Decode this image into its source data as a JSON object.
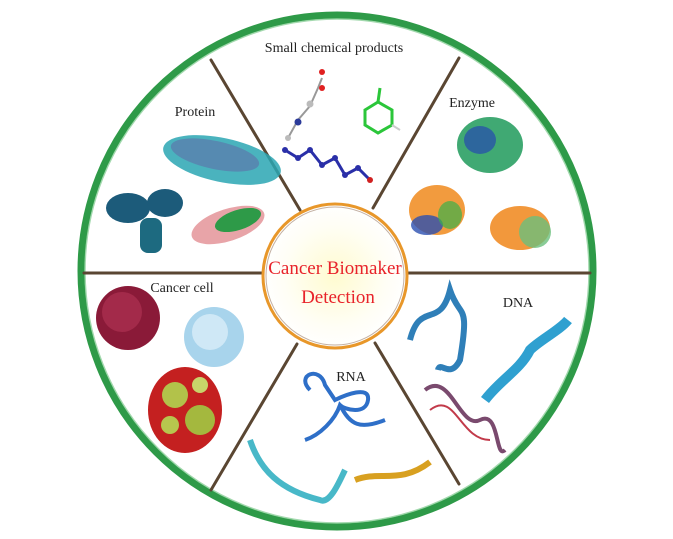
{
  "title": {
    "line1": "Cancer Biomaker",
    "line2": "Detection"
  },
  "sectors": [
    {
      "id": "small-chemical-products",
      "label": "Small chemical products"
    },
    {
      "id": "enzyme",
      "label": "Enzyme"
    },
    {
      "id": "dna",
      "label": "DNA"
    },
    {
      "id": "rna",
      "label": "RNA"
    },
    {
      "id": "cancer-cell",
      "label": "Cancer cell"
    },
    {
      "id": "protein",
      "label": "Protein"
    }
  ],
  "colors": {
    "ring": "#2e9a48",
    "divider": "#5a4632",
    "inner_ring": "#e8972a",
    "title": "#e8232a"
  }
}
